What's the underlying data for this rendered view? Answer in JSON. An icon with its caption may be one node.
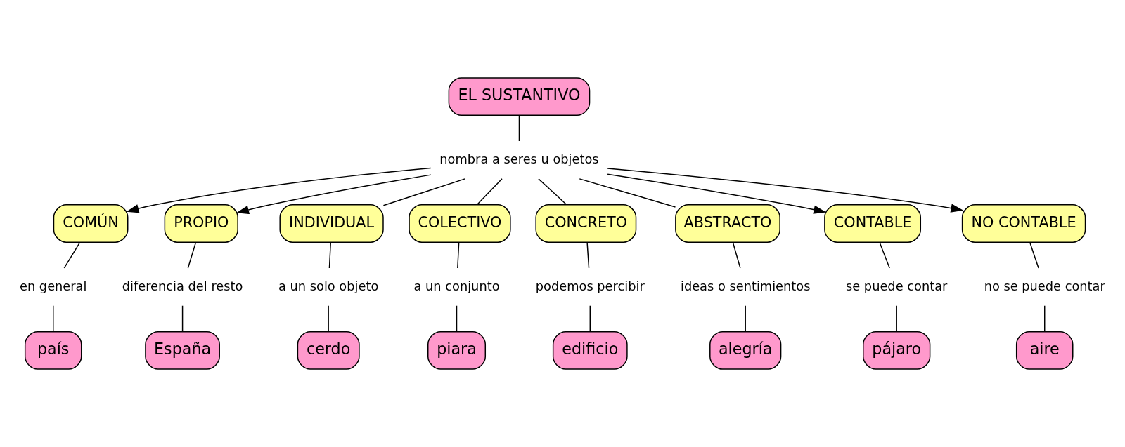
{
  "diagram": {
    "nodes": [
      {
        "text": [
          "EL SUSTANTIVO"
        ]
      },
      {
        "text": [
          "nombra a seres u objetos"
        ]
      },
      {
        "text": [
          "COMÚN"
        ]
      },
      {
        "text": [
          "PROPIO"
        ]
      },
      {
        "text": [
          "INDIVIDUAL"
        ]
      },
      {
        "text": [
          "COLECTIVO"
        ]
      },
      {
        "text": [
          "CONCRETO"
        ]
      },
      {
        "text": [
          "ABSTRACTO"
        ]
      },
      {
        "text": [
          "CONTABLE"
        ]
      },
      {
        "text": [
          "NO CONTABLE"
        ]
      },
      {
        "text": [
          "en general"
        ]
      },
      {
        "text": [
          "país"
        ]
      },
      {
        "text": [
          "diferencia del resto"
        ]
      },
      {
        "text": [
          "España"
        ]
      },
      {
        "text": [
          "a un solo objeto"
        ]
      },
      {
        "text": [
          "cerdo"
        ]
      },
      {
        "text": [
          "a un conjunto"
        ]
      },
      {
        "text": [
          "piara"
        ]
      },
      {
        "text": [
          "podemos percibir"
        ]
      },
      {
        "text": [
          "edificio"
        ]
      },
      {
        "text": [
          "ideas o sentimientos"
        ]
      },
      {
        "text": [
          "alegría"
        ]
      },
      {
        "text": [
          "se puede contar"
        ]
      },
      {
        "text": [
          "pájaro"
        ]
      },
      {
        "text": [
          "no se puede contar"
        ]
      },
      {
        "text": [
          "aire"
        ]
      }
    ],
    "edges": [
      {
        "from": 0,
        "to": 1,
        "arrow": "none"
      },
      {
        "from": 1,
        "to": 2,
        "arrow": "to"
      },
      {
        "from": 1,
        "to": 3,
        "arrow": "to"
      },
      {
        "from": 1,
        "to": 4,
        "arrow": "none"
      },
      {
        "from": 1,
        "to": 5,
        "arrow": "none"
      },
      {
        "from": 1,
        "to": 6,
        "arrow": "none"
      },
      {
        "from": 1,
        "to": 7,
        "arrow": "none"
      },
      {
        "from": 1,
        "to": 8,
        "arrow": "to"
      },
      {
        "from": 1,
        "to": 9,
        "arrow": "to"
      },
      {
        "from": 2,
        "to": 10,
        "arrow": "none"
      },
      {
        "from": 10,
        "to": 11,
        "arrow": "none"
      },
      {
        "from": 3,
        "to": 12,
        "arrow": "none"
      },
      {
        "from": 12,
        "to": 13,
        "arrow": "none"
      },
      {
        "from": 4,
        "to": 14,
        "arrow": "none"
      },
      {
        "from": 14,
        "to": 15,
        "arrow": "none"
      },
      {
        "from": 5,
        "to": 16,
        "arrow": "none"
      },
      {
        "from": 16,
        "to": 17,
        "arrow": "none"
      },
      {
        "from": 6,
        "to": 18,
        "arrow": "none"
      },
      {
        "from": 18,
        "to": 19,
        "arrow": "none"
      },
      {
        "from": 7,
        "to": 20,
        "arrow": "none"
      },
      {
        "from": 20,
        "to": 21,
        "arrow": "none"
      },
      {
        "from": 8,
        "to": 22,
        "arrow": "none"
      },
      {
        "from": 22,
        "to": 23,
        "arrow": "none"
      },
      {
        "from": 9,
        "to": 24,
        "arrow": "none"
      },
      {
        "from": 24,
        "to": 25,
        "arrow": "none"
      }
    ]
  }
}
